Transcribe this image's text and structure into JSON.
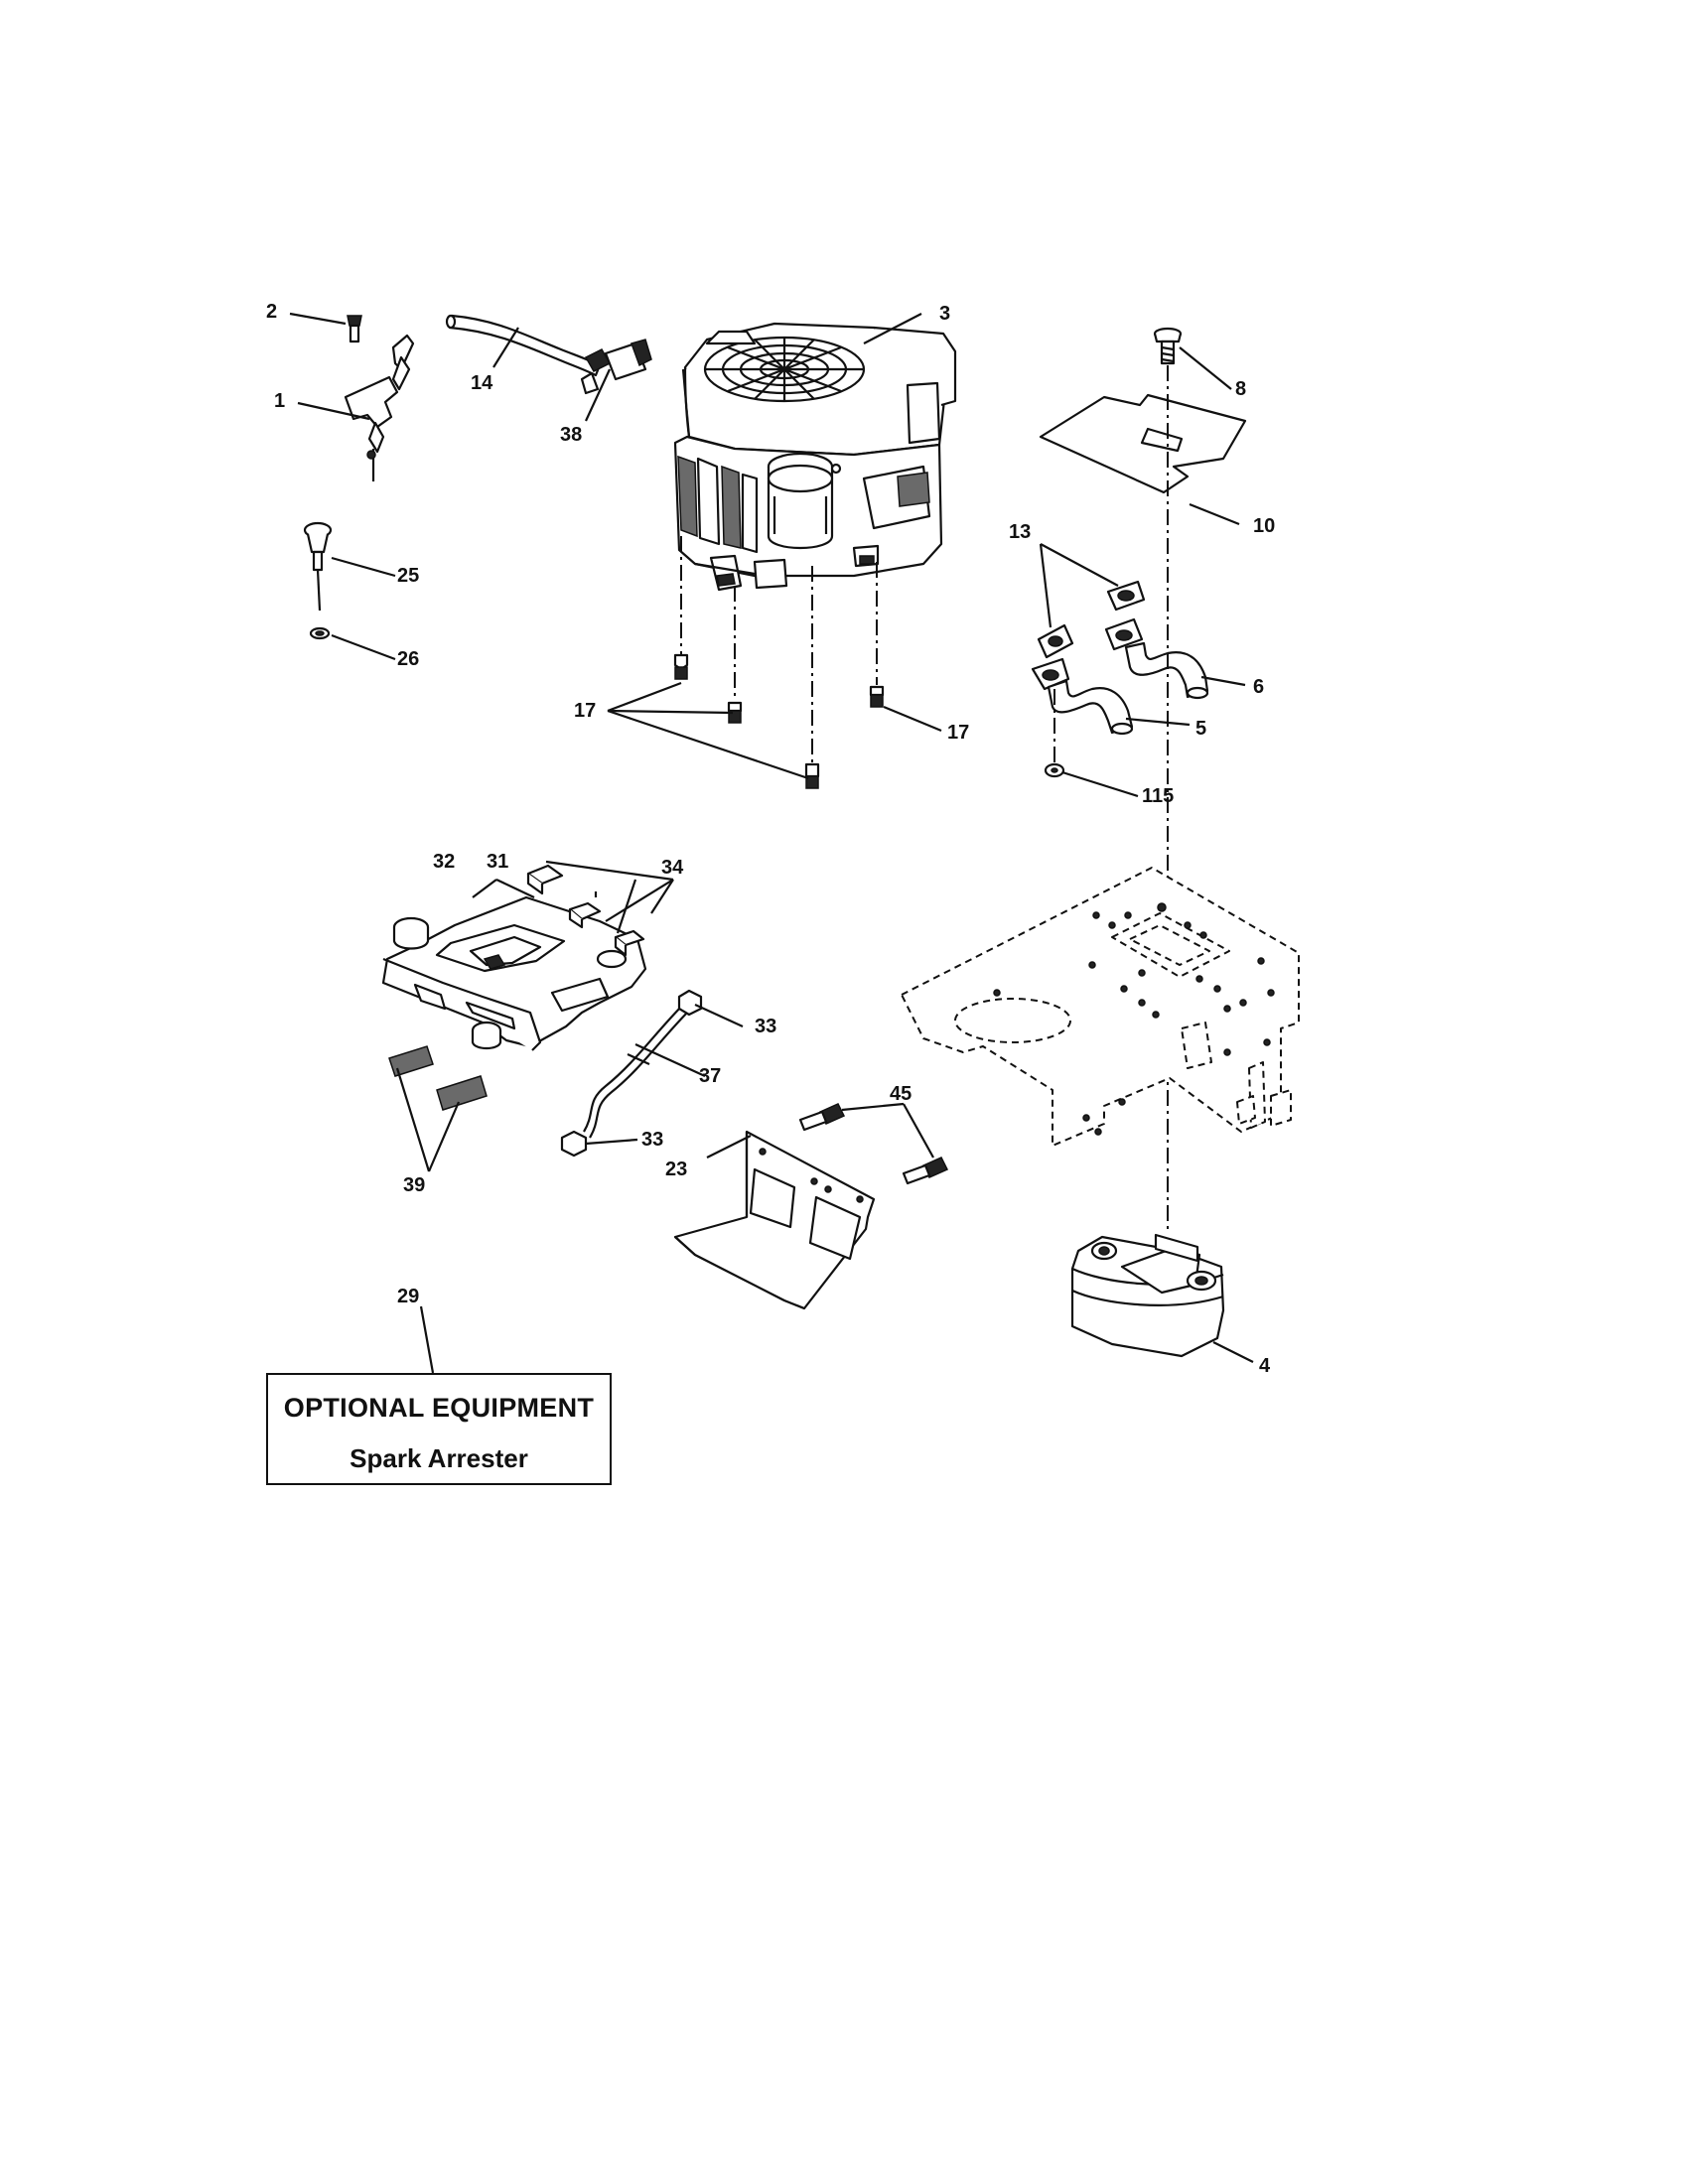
{
  "callouts": {
    "c1": "1",
    "c2": "2",
    "c3": "3",
    "c4": "4",
    "c5": "5",
    "c6": "6",
    "c8": "8",
    "c10": "10",
    "c13": "13",
    "c14": "14",
    "c17a": "17",
    "c17b": "17",
    "c23": "23",
    "c25": "25",
    "c26": "26",
    "c29": "29",
    "c31": "31",
    "c32": "32",
    "c33a": "33",
    "c33b": "33",
    "c34": "34",
    "c37": "37",
    "c38": "38",
    "c39": "39",
    "c45": "45",
    "c115": "115"
  },
  "optional_box": {
    "title": "OPTIONAL EQUIPMENT",
    "item": "Spark Arrester"
  }
}
